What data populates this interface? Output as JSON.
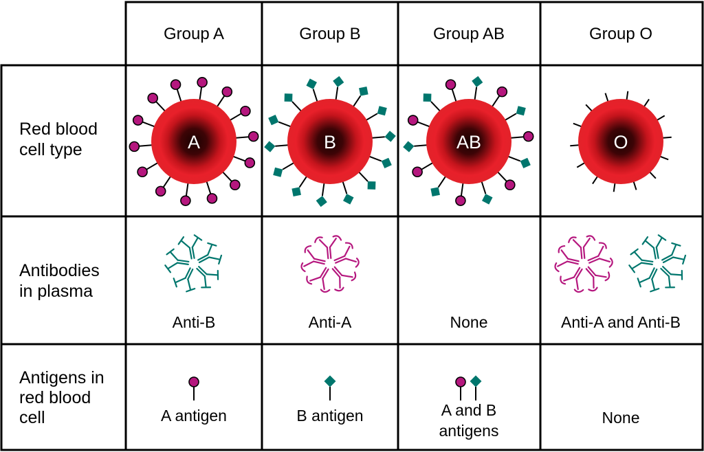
{
  "columns": [
    {
      "header": "Group A",
      "cell_letter": "A",
      "antibodies_caption": "Anti-B",
      "antigens_caption": "A antigen"
    },
    {
      "header": "Group B",
      "cell_letter": "B",
      "antibodies_caption": "Anti-A",
      "antigens_caption": "B antigen"
    },
    {
      "header": "Group AB",
      "cell_letter": "AB",
      "antibodies_caption": "None",
      "antigens_caption_line1": "A and B",
      "antigens_caption_line2": "antigens"
    },
    {
      "header": "Group O",
      "cell_letter": "O",
      "antibodies_caption": "Anti-A and Anti-B",
      "antigens_caption": "None"
    }
  ],
  "rows": {
    "red_blood_cell_type": {
      "line1": "Red blood",
      "line2": "cell type"
    },
    "antibodies_in_plasma": {
      "line1": "Antibodies",
      "line2": "in plasma"
    },
    "antigens_in_red_blood_cell": {
      "line1": "Antigens in",
      "line2": "red blood",
      "line3": "cell"
    }
  },
  "colors": {
    "cell_red": "#e8202a",
    "cell_dark": "#1a0202",
    "antigen_a": "#b5177e",
    "antigen_b": "#00766d",
    "grid": "#000000"
  },
  "icons": {
    "antigen_a": "pink-circle-lollipop",
    "antigen_b": "teal-diamond-lollipop",
    "antibody": "y-shaped-antibody"
  }
}
